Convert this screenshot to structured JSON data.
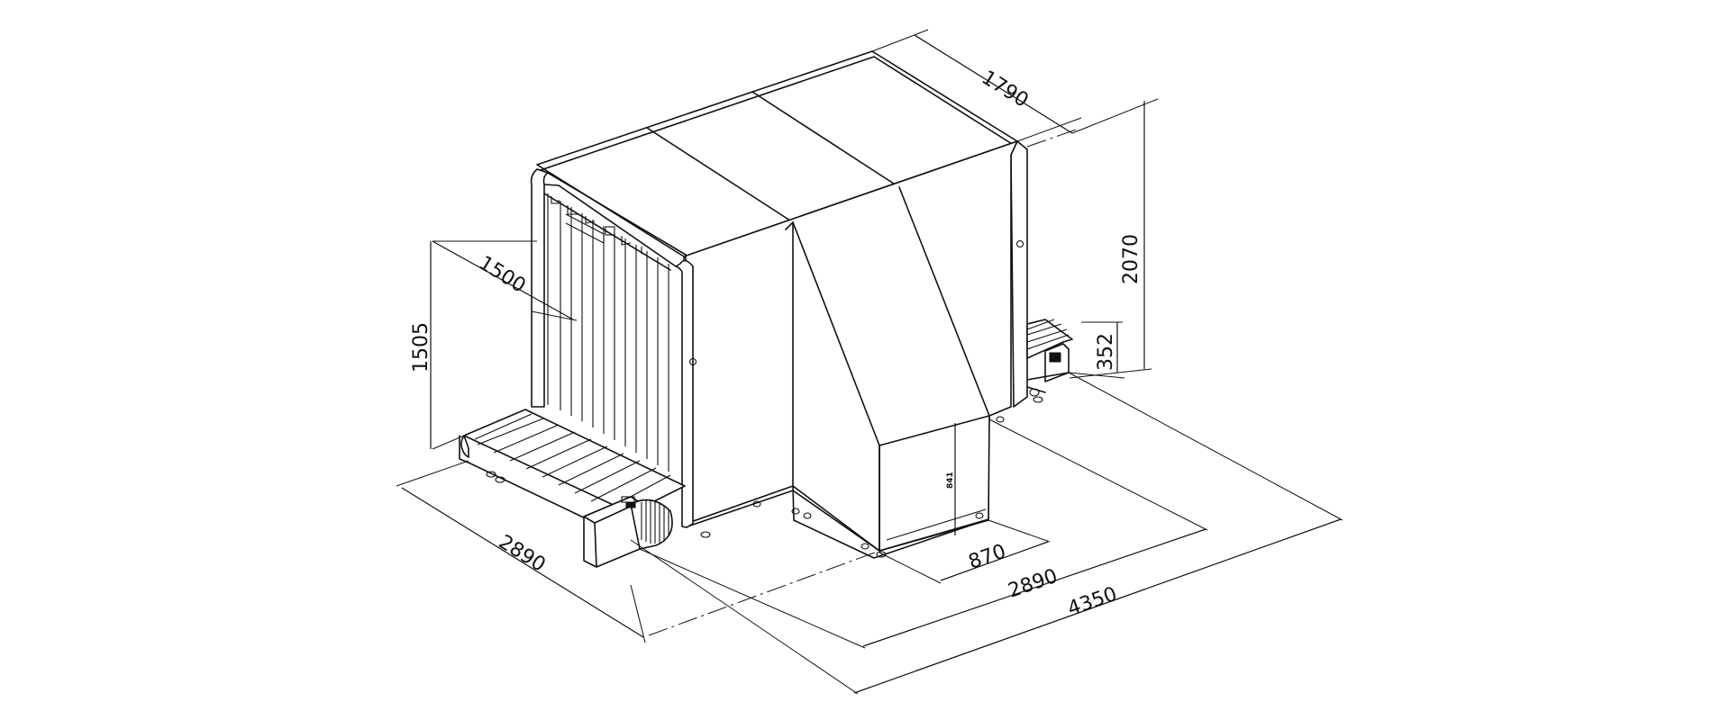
{
  "dimensions": {
    "depth": "1790",
    "height": "2070",
    "tunnel_width": "1500",
    "tunnel_height": "1505",
    "conveyor_height": "352",
    "inner_height": "841",
    "base_width": "870",
    "body_length": "2890",
    "total_length": "4350",
    "conveyor_length": "2890"
  }
}
